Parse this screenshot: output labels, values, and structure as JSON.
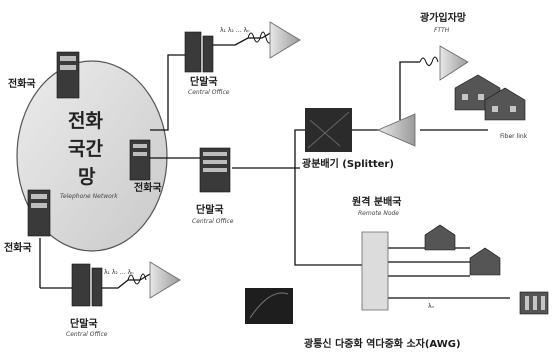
{
  "central_network": {
    "lines": [
      "전화",
      "국간",
      "망"
    ],
    "en": "Telephone Network"
  },
  "offices": {
    "left_top": "전화국",
    "left_bottom": "전화국",
    "center_small": "전화국",
    "top_co": {
      "ko": "단말국",
      "en": "Central Office"
    },
    "bottom_co": {
      "ko": "단말국",
      "en": "Central Office"
    },
    "main_co": {
      "ko": "단말국",
      "en": "Central Office"
    }
  },
  "subscriber": {
    "ko": "광가입자망",
    "en": "FTTH",
    "tag": "Fiber link"
  },
  "splitter": {
    "ko": "광분배기 (Splitter)"
  },
  "remote_node": {
    "ko": "원격 분배국",
    "en": "Remote Node"
  },
  "caption": "광통신 다중화 역다중화 소자(AWG)",
  "wave_labels": {
    "lambda": "λ₁ λ₂ … λₙ",
    "lambda_n": "λₙ"
  },
  "colors": {
    "line": "#111111",
    "device": "#3a3a3a",
    "oval": "#d9d9d9"
  }
}
